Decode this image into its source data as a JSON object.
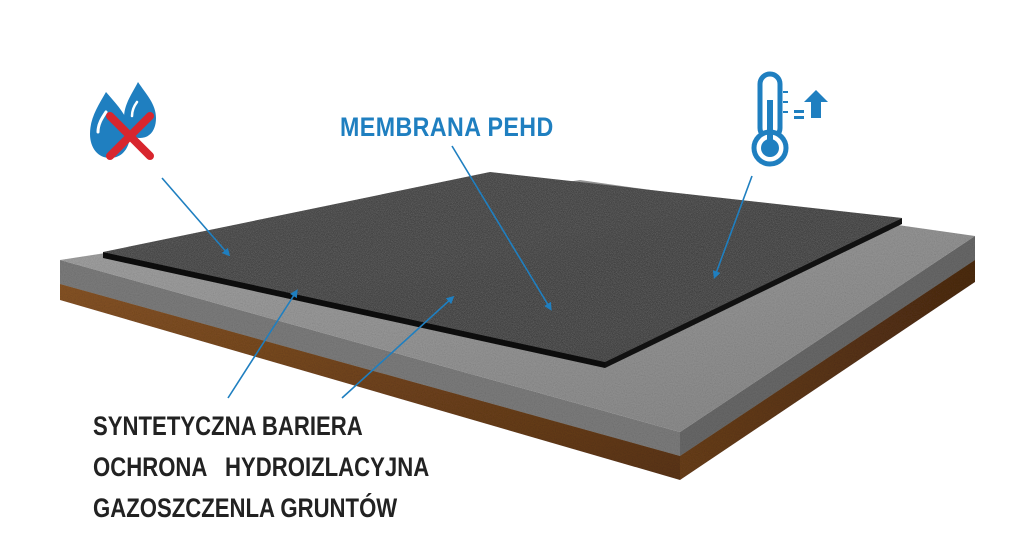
{
  "title": "MEMBRANA PEHD",
  "description_lines": [
    "SYNTETYCZNA BARIERA",
    "OCHRONA   HYDROIZLACYJNA",
    "GAZOSZCZENLA GRUNTÓW"
  ],
  "icons": {
    "left": "water-drops-crossed-icon",
    "right": "thermometer-rising-icon"
  },
  "colors": {
    "accent_blue": "#1f7fc0",
    "cross_red": "#d8262e",
    "membrane": "#1c1c1c",
    "gravel": "#9a9a9a",
    "soil": "#7a4a22",
    "text_dark": "#222222"
  }
}
